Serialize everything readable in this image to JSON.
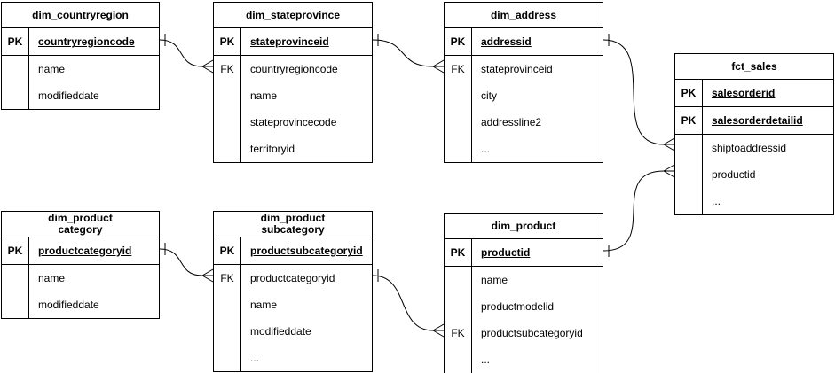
{
  "diagram": {
    "kind": "entity-relationship-diagram",
    "colors": {
      "line": "#000000",
      "text": "#000000",
      "background": "#ffffff"
    },
    "tables": [
      {
        "id": "dim_countryregion",
        "title": "dim_countryregion",
        "rows": [
          {
            "key": "PK",
            "label": "countryregioncode",
            "pk": true
          },
          {
            "key": "",
            "label": "name",
            "pk": false
          },
          {
            "key": "",
            "label": "modifieddate",
            "pk": false
          }
        ]
      },
      {
        "id": "dim_stateprovince",
        "title": "dim_stateprovince",
        "rows": [
          {
            "key": "PK",
            "label": "stateprovinceid",
            "pk": true
          },
          {
            "key": "FK",
            "label": "countryregioncode",
            "pk": false
          },
          {
            "key": "",
            "label": "name",
            "pk": false
          },
          {
            "key": "",
            "label": "stateprovincecode",
            "pk": false
          },
          {
            "key": "",
            "label": "territoryid",
            "pk": false
          }
        ]
      },
      {
        "id": "dim_address",
        "title": "dim_address",
        "rows": [
          {
            "key": "PK",
            "label": "addressid",
            "pk": true
          },
          {
            "key": "FK",
            "label": "stateprovinceid",
            "pk": false
          },
          {
            "key": "",
            "label": "city",
            "pk": false
          },
          {
            "key": "",
            "label": "addressline2",
            "pk": false
          },
          {
            "key": "",
            "label": "...",
            "pk": false
          }
        ]
      },
      {
        "id": "fct_sales",
        "title": "fct_sales",
        "rows": [
          {
            "key": "PK",
            "label": "salesorderid",
            "pk": true
          },
          {
            "key": "PK",
            "label": "salesorderdetailid",
            "pk": true
          },
          {
            "key": "",
            "label": "shiptoaddressid",
            "pk": false
          },
          {
            "key": "",
            "label": "productid",
            "pk": false
          },
          {
            "key": "",
            "label": "...",
            "pk": false
          }
        ]
      },
      {
        "id": "dim_productcategory",
        "title": "dim_product\ncategory",
        "rows": [
          {
            "key": "PK",
            "label": "productcategoryid",
            "pk": true
          },
          {
            "key": "",
            "label": "name",
            "pk": false
          },
          {
            "key": "",
            "label": "modifieddate",
            "pk": false
          }
        ]
      },
      {
        "id": "dim_productsubcategory",
        "title": "dim_product\nsubcategory",
        "rows": [
          {
            "key": "PK",
            "label": "productsubcategoryid",
            "pk": true
          },
          {
            "key": "FK",
            "label": "productcategoryid",
            "pk": false
          },
          {
            "key": "",
            "label": "name",
            "pk": false
          },
          {
            "key": "",
            "label": "modifieddate",
            "pk": false
          },
          {
            "key": "",
            "label": "...",
            "pk": false
          }
        ]
      },
      {
        "id": "dim_product",
        "title": "dim_product",
        "rows": [
          {
            "key": "PK",
            "label": "productid",
            "pk": true
          },
          {
            "key": "",
            "label": "name",
            "pk": false
          },
          {
            "key": "",
            "label": "productmodelid",
            "pk": false
          },
          {
            "key": "FK",
            "label": "productsubcategoryid",
            "pk": false
          },
          {
            "key": "",
            "label": "...",
            "pk": false
          }
        ]
      }
    ],
    "relationships": [
      {
        "from_table": "dim_countryregion",
        "from_column": "countryregioncode",
        "to_table": "dim_stateprovince",
        "to_column": "countryregioncode",
        "cardinality": "one-to-many"
      },
      {
        "from_table": "dim_stateprovince",
        "from_column": "stateprovinceid",
        "to_table": "dim_address",
        "to_column": "stateprovinceid",
        "cardinality": "one-to-many"
      },
      {
        "from_table": "dim_address",
        "from_column": "addressid",
        "to_table": "fct_sales",
        "to_column": "shiptoaddressid",
        "cardinality": "one-to-many"
      },
      {
        "from_table": "dim_product",
        "from_column": "productid",
        "to_table": "fct_sales",
        "to_column": "productid",
        "cardinality": "one-to-many"
      },
      {
        "from_table": "dim_productcategory",
        "from_column": "productcategoryid",
        "to_table": "dim_productsubcategory",
        "to_column": "productcategoryid",
        "cardinality": "one-to-many"
      },
      {
        "from_table": "dim_productsubcategory",
        "from_column": "productsubcategoryid",
        "to_table": "dim_product",
        "to_column": "productsubcategoryid",
        "cardinality": "one-to-many"
      }
    ]
  }
}
